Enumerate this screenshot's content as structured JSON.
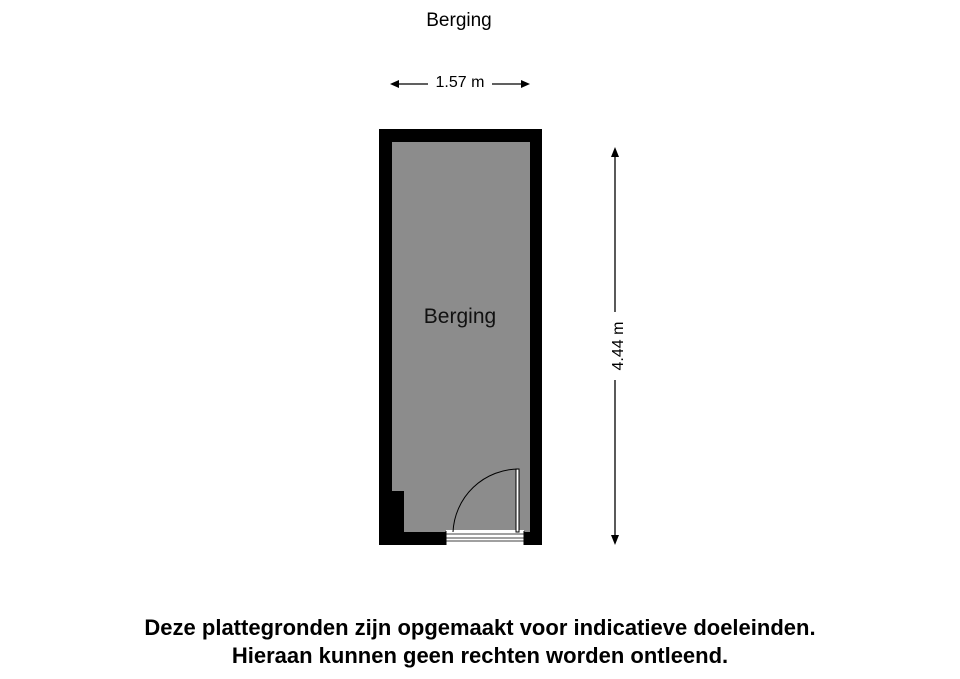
{
  "header": {
    "title": "Berging"
  },
  "dimensions": {
    "width": "1.57 m",
    "height": "4.44 m"
  },
  "room": {
    "label": "Berging"
  },
  "colors": {
    "wall": "#000000",
    "floor": "#8c8c8c",
    "background": "#ffffff"
  },
  "disclaimer": {
    "line1": "Deze plattegronden zijn opgemaakt voor indicatieve doeleinden.",
    "line2": "Hieraan kunnen geen rechten worden ontleend."
  }
}
